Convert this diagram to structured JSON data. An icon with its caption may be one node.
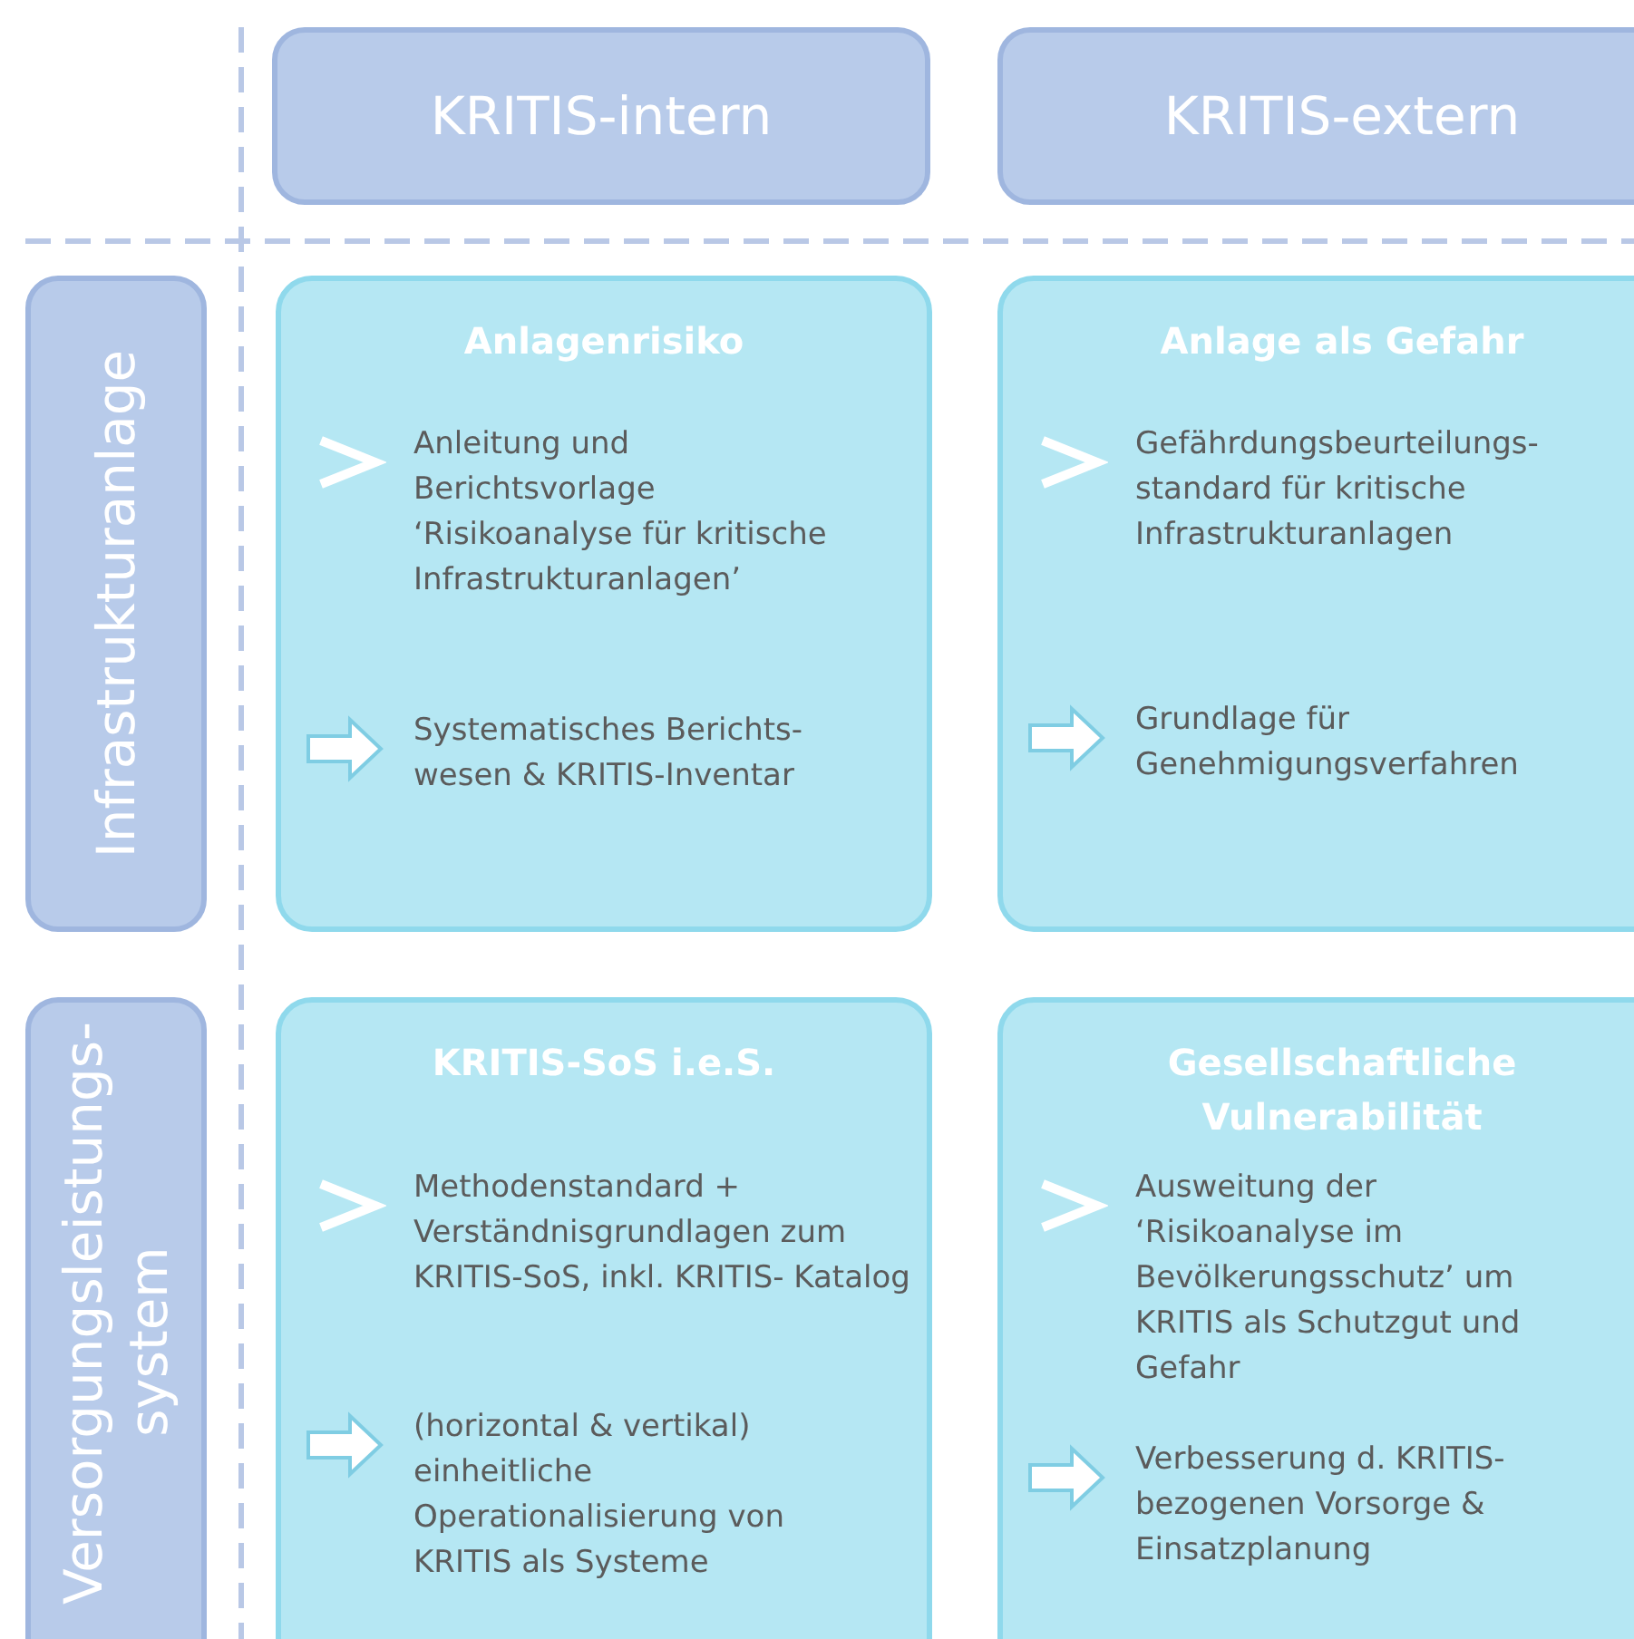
{
  "diagram": {
    "nodes": [
      {
        "text": [
          "KRITIS-intern"
        ]
      },
      {
        "text": [
          "KRITIS-extern"
        ]
      },
      {
        "text": [
          "Infrastrukturanlage"
        ]
      },
      {
        "text": [
          "Anlagenrisiko",
          "Anleitung und Berichtsvorlage ‘Risikoanalyse für kritische Infrastrukturanlagen’",
          "Systematisches Berichts- wesen & KRITIS-Inventar"
        ]
      },
      {
        "text": [
          "Anlage als Gefahr",
          "Gefährdungsbeurteilungs- standard für kritische Infrastrukturanlagen",
          "Grundlage für Genehmigungsverfahren"
        ]
      },
      {
        "text": [
          "Versorgungsleistungs- system"
        ]
      },
      {
        "text": [
          "KRITIS-SoS i.e.S.",
          "Methodenstandard + Verständnisgrundlagen zum KRITIS-SoS, inkl. KRITIS- Katalog",
          "(horizontal & vertikal) einheitliche Operationalisierung von KRITIS als Systeme"
        ]
      },
      {
        "text": [
          "Gesellschaftliche Vulnerabilität",
          "Ausweitung der ‘Risikoanalyse im Bevölkerungsschutz’ um KRITIS als Schutzgut und Gefahr",
          "Verbesserung d. KRITIS- bezogenen Vorsorge & Einsatzplanung"
        ]
      }
    ],
    "edges": []
  }
}
